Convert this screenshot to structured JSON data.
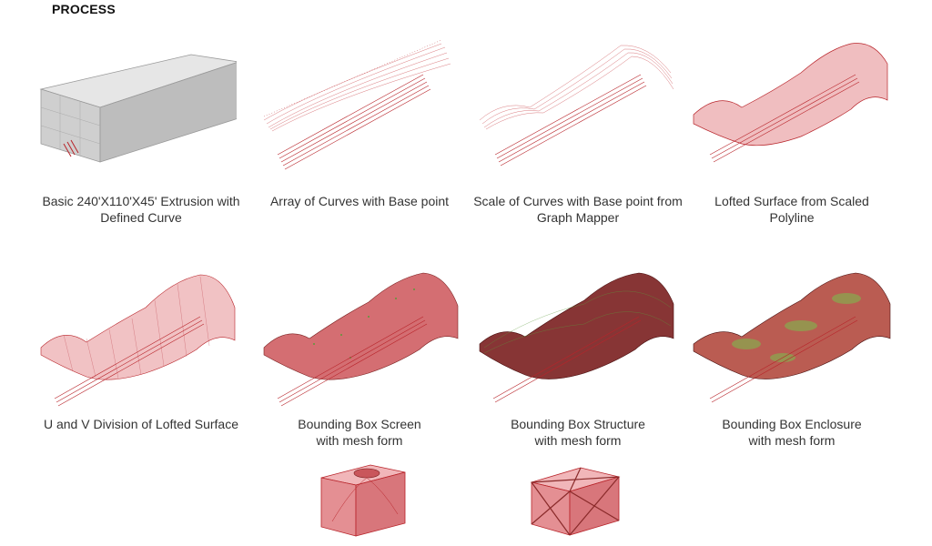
{
  "title": "PROCESS",
  "steps": [
    {
      "line1": "Basic 240'X110'X45' Extrusion with",
      "line2": "Defined Curve"
    },
    {
      "line1": "Array of Curves with Base point",
      "line2": ""
    },
    {
      "line1": "Scale of Curves with Base point from",
      "line2": "Graph Mapper"
    },
    {
      "line1": "Lofted Surface from Scaled",
      "line2": "Polyline"
    },
    {
      "line1": "U and V Division of Lofted Surface",
      "line2": ""
    },
    {
      "line1": "Bounding Box Screen",
      "line2": "with mesh form"
    },
    {
      "line1": "Bounding Box Structure",
      "line2": "with mesh form"
    },
    {
      "line1": "Bounding Box Enclosure",
      "line2": "with mesh form"
    }
  ],
  "colors": {
    "red": "#b8242a",
    "pink": "#e8a3a6",
    "dark_red": "#7a1f1f",
    "green": "#5a9a3a",
    "grey": "#bdbdbd"
  }
}
